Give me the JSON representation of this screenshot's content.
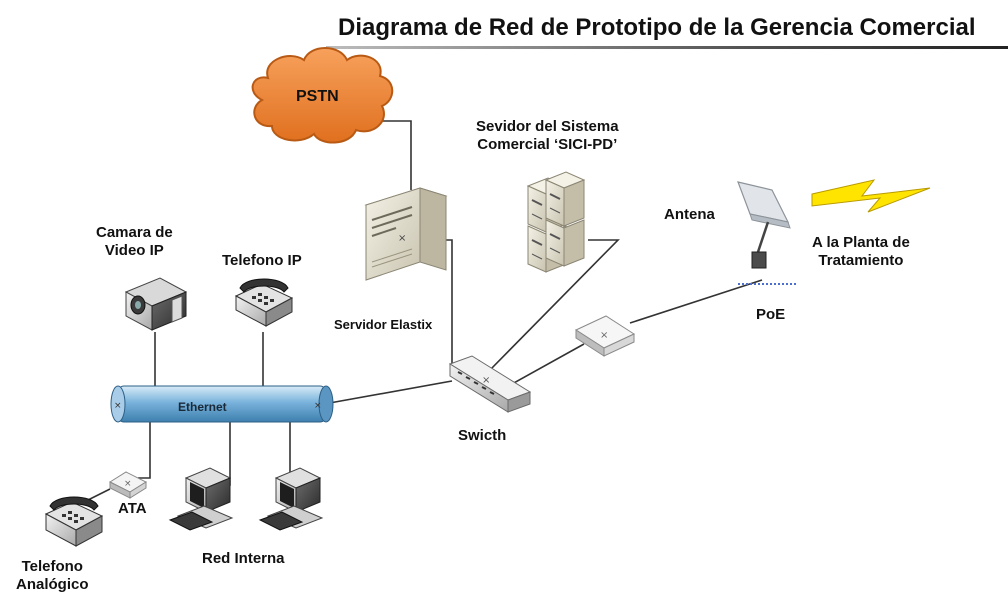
{
  "title": "Diagrama de Red de Prototipo de la Gerencia Comercial",
  "nodes": {
    "pstn": "PSTN",
    "sici_server": "Sevidor del Sistema\nComercial ‘SICI-PD’",
    "antenna": "Antena",
    "plant": "A la Planta de\nTratamiento",
    "ip_camera": "Camara de\nVideo IP",
    "ip_phone": "Telefono IP",
    "elastix": "Servidor Elastix",
    "poe": "PoE",
    "ethernet": "Ethernet",
    "switch": "Swicth",
    "ata": "ATA",
    "analog_phone": "Telefono\nAnalógico",
    "internal_net": "Red Interna"
  },
  "colors": {
    "cloud_fill": "#f08a3c",
    "cloud_stroke": "#b85a14",
    "ethernet_fill": "#7ab3dc",
    "lightning": "#ffe400",
    "link": "#333333"
  }
}
